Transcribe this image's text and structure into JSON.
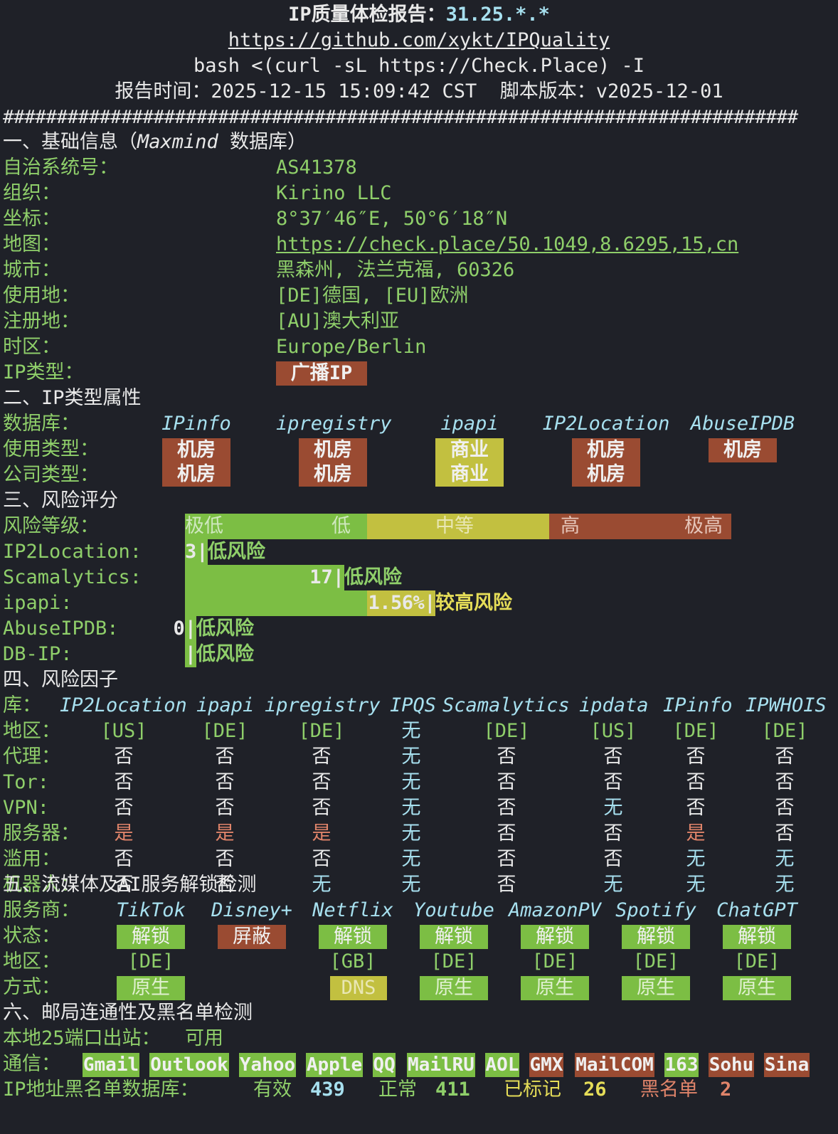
{
  "header": {
    "title": "IP质量体检报告：",
    "ip": "31.25.*.*",
    "repo": "https://github.com/xykt/IPQuality",
    "command": "bash <(curl -sL https://Check.Place) -I",
    "time_line": "报告时间：2025-12-15 15:09:42 CST  脚本版本：v2025-12-01",
    "hash_line": "##########################################################################"
  },
  "s1": {
    "heading_a": "一、基础信息（",
    "heading_b": "Maxmind",
    "heading_c": " 数据库）",
    "asn": {
      "label": "自治系统号：",
      "value": "AS41378"
    },
    "org": {
      "label": "组织：",
      "value": "Kirino LLC"
    },
    "coord": {
      "label": "坐标：",
      "value": "8°37′46″E, 50°6′18″N"
    },
    "map": {
      "label": "地图：",
      "value": "https://check.place/50.1049,8.6295,15,cn"
    },
    "city": {
      "label": "城市：",
      "value": "黑森州, 法兰克福, 60326"
    },
    "use": {
      "label": "使用地：",
      "value": "[DE]德国, [EU]欧洲"
    },
    "reg": {
      "label": "注册地：",
      "value": "[AU]澳大利亚"
    },
    "tz": {
      "label": "时区：",
      "value": "Europe/Berlin"
    },
    "type": {
      "label": "IP类型：",
      "value": "广播IP"
    }
  },
  "s2": {
    "heading": "二、IP类型属性",
    "db_label": "数据库：",
    "usage_label": "使用类型：",
    "company_label": "公司类型：",
    "dbs": [
      "IPinfo",
      "ipregistry",
      "ipapi",
      "IP2Location",
      "AbuseIPDB"
    ],
    "usage": [
      "机房",
      "机房",
      "商业",
      "机房",
      "机房"
    ],
    "company": [
      "机房",
      "机房",
      "商业",
      "机房"
    ]
  },
  "s3": {
    "heading": "三、风险评分",
    "level_label": "风险等级：",
    "scale": [
      "极低",
      "低",
      "中等",
      "高",
      "极高"
    ],
    "items": [
      {
        "label": "IP2Location:",
        "score": "3",
        "text": "低风险",
        "level": 3
      },
      {
        "label": "Scamalytics:",
        "score": "17",
        "text": "低风险",
        "level": 17
      },
      {
        "label": "ipapi:",
        "score": "1.56%",
        "text": "较高风险",
        "level": 1.56
      },
      {
        "label": "AbuseIPDB:",
        "score": "0",
        "text": "低风险",
        "level": 0
      },
      {
        "label": "DB-IP:",
        "score": "",
        "text": "低风险",
        "level": 0
      }
    ]
  },
  "s4": {
    "heading": "四、风险因子",
    "lib_label": "库：",
    "libs": [
      "IP2Location",
      "ipapi",
      "ipregistry",
      "IPQS",
      "Scamalytics",
      "ipdata",
      "IPinfo",
      "IPWHOIS"
    ],
    "rows": [
      {
        "label": "地区：",
        "values": [
          "[US]",
          "[DE]",
          "[DE]",
          "无",
          "[DE]",
          "[US]",
          "[DE]",
          "[DE]"
        ]
      },
      {
        "label": "代理：",
        "values": [
          "否",
          "否",
          "否",
          "无",
          "否",
          "否",
          "否",
          "否"
        ]
      },
      {
        "label": "Tor:",
        "values": [
          "否",
          "否",
          "否",
          "无",
          "否",
          "否",
          "否",
          "否"
        ]
      },
      {
        "label": "VPN:",
        "values": [
          "否",
          "否",
          "否",
          "无",
          "否",
          "无",
          "否",
          "否"
        ]
      },
      {
        "label": "服务器：",
        "values": [
          "是",
          "是",
          "是",
          "无",
          "否",
          "否",
          "是",
          "否"
        ]
      },
      {
        "label": "滥用：",
        "values": [
          "否",
          "否",
          "否",
          "无",
          "否",
          "否",
          "无",
          "无"
        ]
      },
      {
        "label": "机器人：",
        "values": [
          "否",
          "否",
          "无",
          "无",
          "否",
          "无",
          "无",
          "无"
        ]
      }
    ]
  },
  "s5": {
    "heading": "五、流媒体及AI服务解锁检测",
    "svc_label": "服务商：",
    "status_label": "状态：",
    "region_label": "地区：",
    "method_label": "方式：",
    "services": [
      "TikTok",
      "Disney+",
      "Netflix",
      "Youtube",
      "AmazonPV",
      "Spotify",
      "ChatGPT"
    ],
    "status": [
      "解锁",
      "屏蔽",
      "解锁",
      "解锁",
      "解锁",
      "解锁",
      "解锁"
    ],
    "regions": [
      "[DE]",
      "",
      "[GB]",
      "[DE]",
      "[DE]",
      "[DE]",
      "[DE]"
    ],
    "methods": [
      "原生",
      "",
      "DNS",
      "原生",
      "原生",
      "原生",
      "原生"
    ]
  },
  "s6": {
    "heading": "六、邮局连通性及黑名单检测",
    "port_label": "本地25端口出站：",
    "port_value": "可用",
    "comm_label": "通信：",
    "providers": [
      "Gmail",
      "Outlook",
      "Yahoo",
      "Apple",
      "QQ",
      "MailRU",
      "AOL",
      "GMX",
      "MailCOM",
      "163",
      "Sohu",
      "Sina"
    ],
    "bl_label": "IP地址黑名单数据库：",
    "valid_label": "有效",
    "valid_value": "439",
    "normal_label": "正常",
    "normal_value": "411",
    "marked_label": "已标记",
    "marked_value": "26",
    "black_label": "黑名单",
    "black_value": "2"
  },
  "colors": {
    "background": "#1f2128",
    "green": "#7cbe44",
    "yellow": "#c2c040",
    "red": "#9a4b32",
    "text_green": "#8fcf6a",
    "text_cyan": "#a7e0ef"
  }
}
